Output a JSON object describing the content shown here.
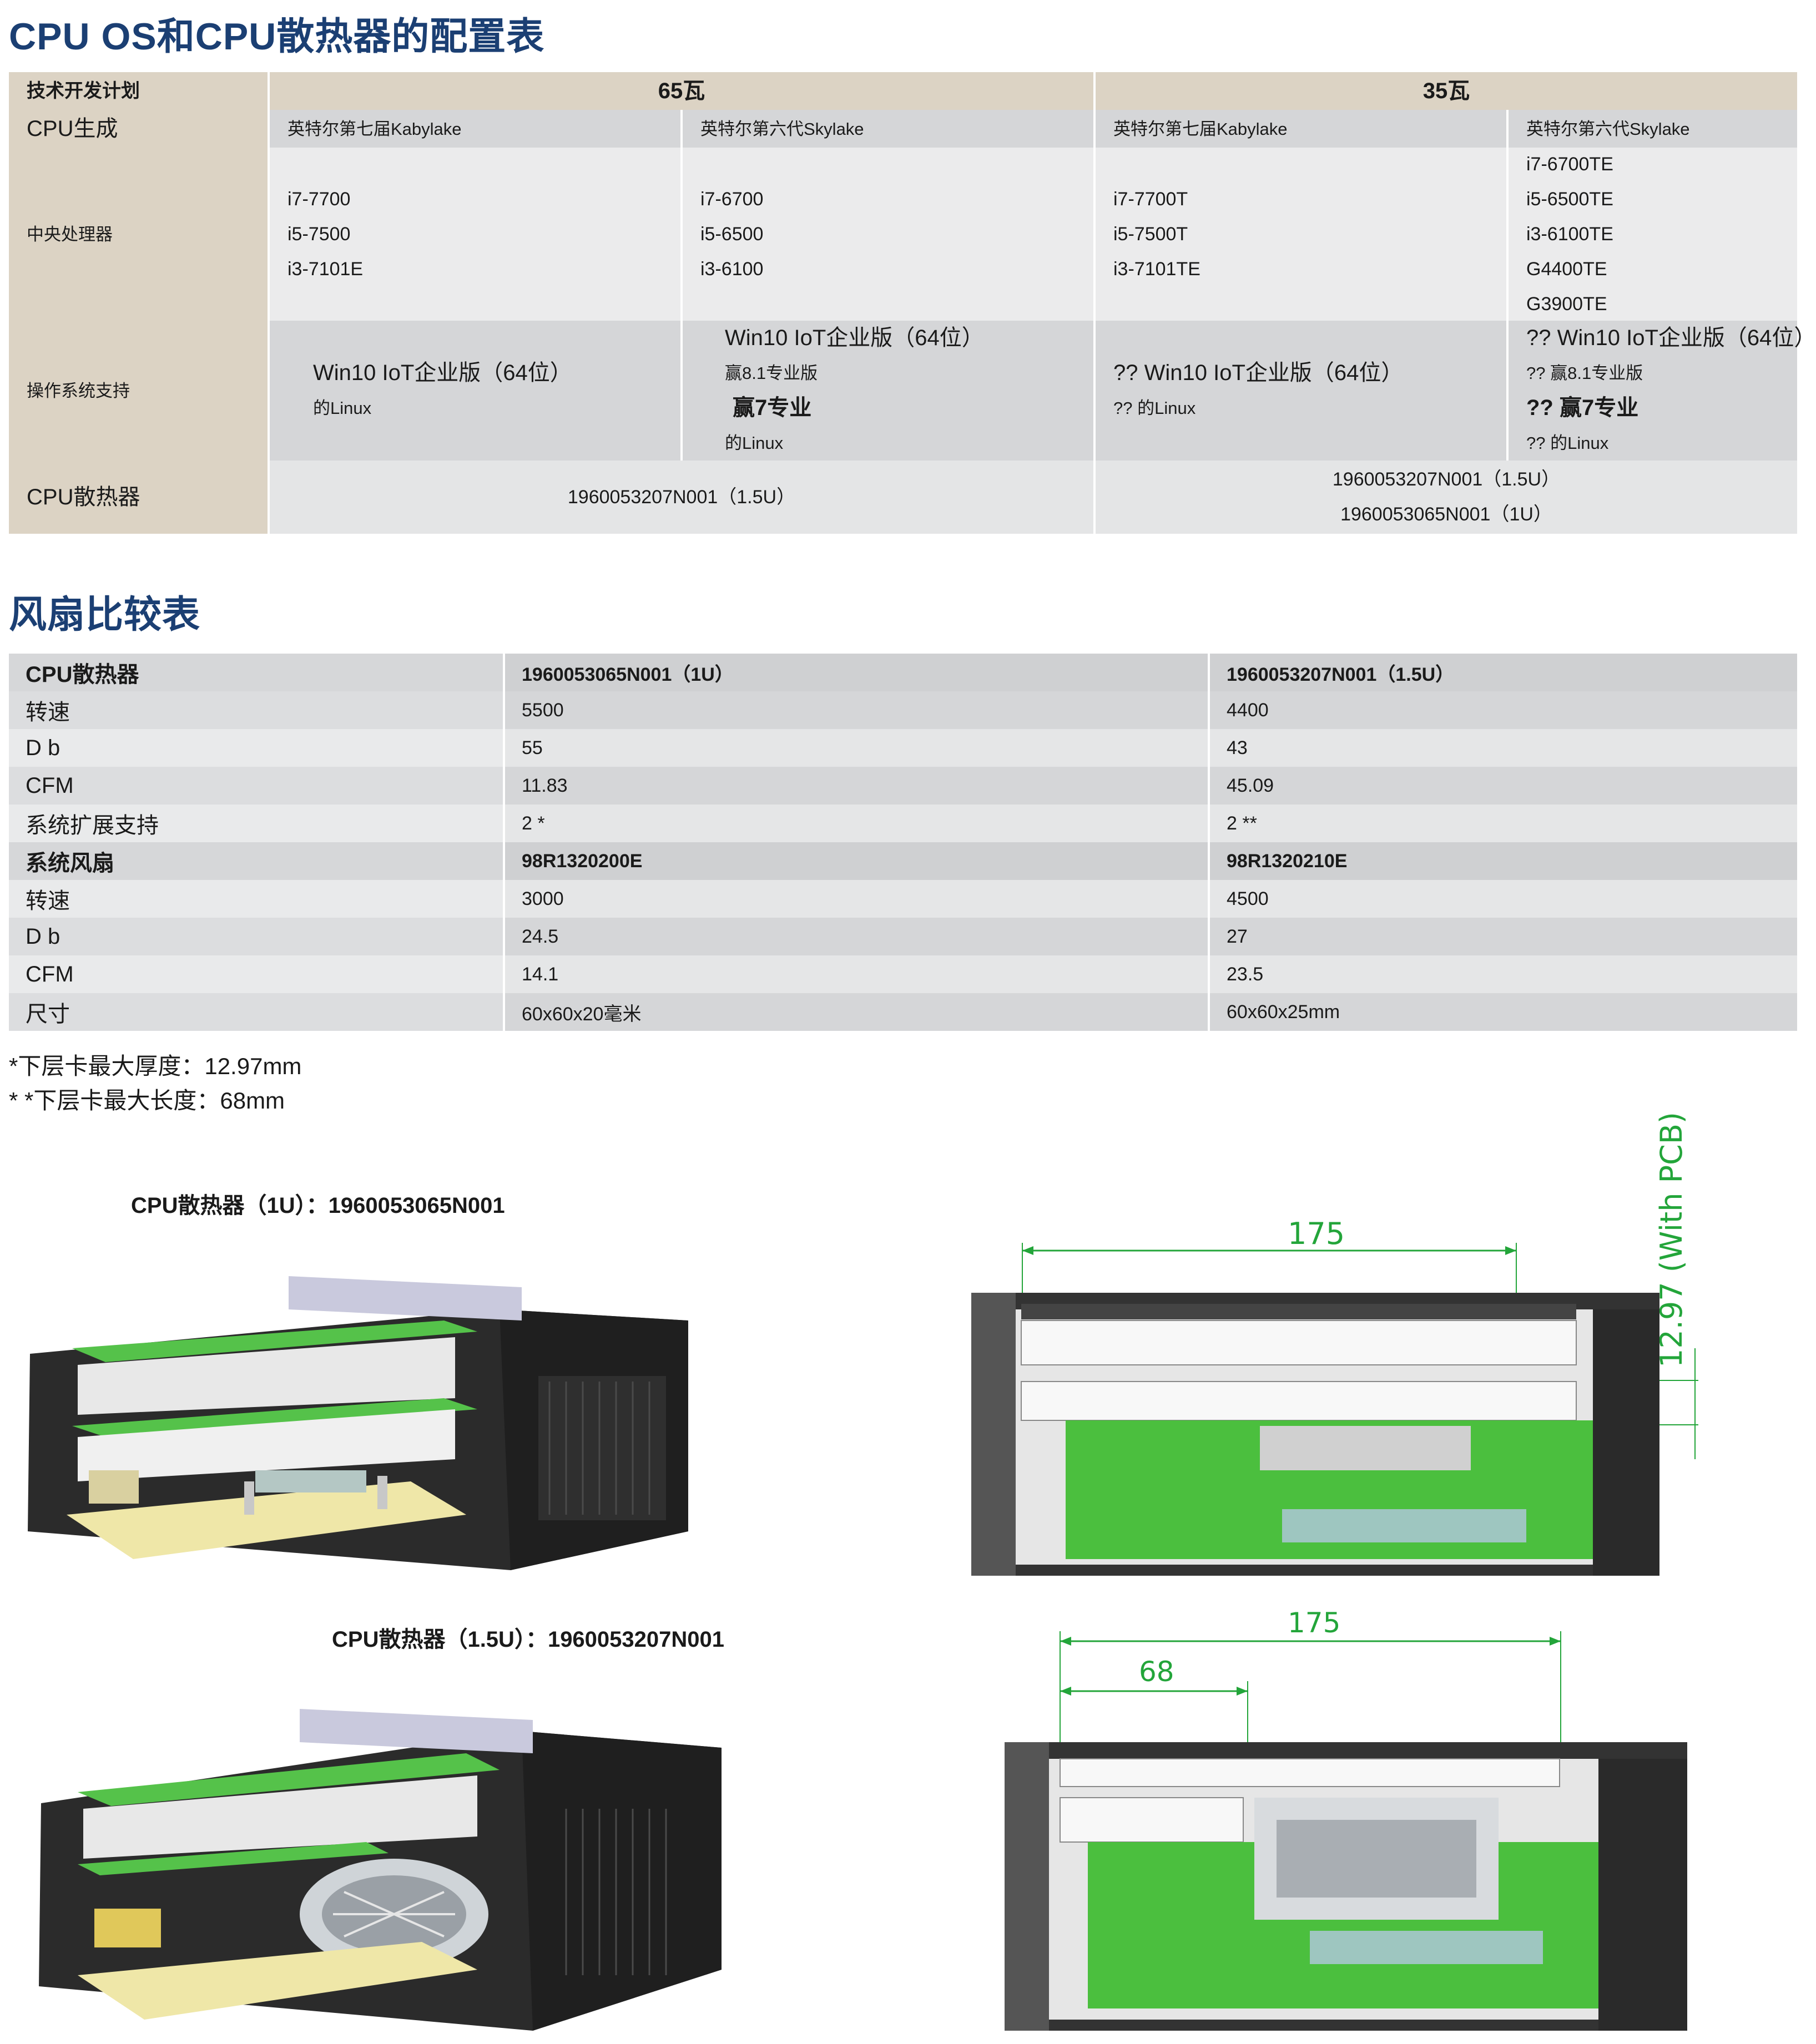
{
  "title1": "CPU OS和CPU散热器的配置表",
  "config_table": {
    "header": {
      "plan_label": "技术开发计划",
      "w65": "65瓦",
      "w35": "35瓦"
    },
    "cpu_gen": {
      "label": "CPU生成",
      "cols": [
        "英特尔第七届Kabylake",
        "英特尔第六代Skylake",
        "英特尔第七届Kabylake",
        "英特尔第六代Skylake"
      ]
    },
    "cpu": {
      "label": "中央处理器",
      "col1": [
        "i7-7700",
        "i5-7500",
        "i3-7101E"
      ],
      "col2": [
        "i7-6700",
        "i5-6500",
        "i3-6100"
      ],
      "col3": [
        "i7-7700T",
        "i5-7500T",
        "i3-7101TE"
      ],
      "col4": [
        "i7-6700TE",
        "i5-6500TE",
        "i3-6100TE",
        "G4400TE",
        "G3900TE"
      ]
    },
    "os": {
      "label": "操作系统支持",
      "col1": [
        "Win10 IoT企业版（64位）",
        "的Linux"
      ],
      "col2": [
        "Win10 IoT企业版（64位）",
        "赢8.1专业版",
        "赢7专业",
        "的Linux"
      ],
      "col3": [
        "?? Win10 IoT企业版（64位）",
        "?? 的Linux"
      ],
      "col4": [
        "?? Win10 IoT企业版（64位）",
        "?? 赢8.1专业版",
        "?? 赢7专业",
        "?? 的Linux"
      ]
    },
    "cooler": {
      "label": "CPU散热器",
      "left": "1960053207N001（1.5U）",
      "right": [
        "1960053207N001（1.5U）",
        "1960053065N001（1U）"
      ]
    }
  },
  "title2": "风扇比较表",
  "fan_table": {
    "rows": [
      {
        "label": "CPU散热器",
        "a": "1960053065N001（1U）",
        "b": "1960053207N001（1.5U）",
        "header": true
      },
      {
        "label": "转速",
        "a": "5500",
        "b": "4400"
      },
      {
        "label": "D b",
        "a": "55",
        "b": "43"
      },
      {
        "label": "CFM",
        "a": "11.83",
        "b": "45.09"
      },
      {
        "label": "系统扩展支持",
        "a": "2 *",
        "b": "2 **"
      },
      {
        "label": "系统风扇",
        "a": "98R1320200E",
        "b": "98R1320210E",
        "header": true
      },
      {
        "label": "转速",
        "a": "3000",
        "b": "4500"
      },
      {
        "label": "D b",
        "a": "24.5",
        "b": "27"
      },
      {
        "label": "CFM",
        "a": "14.1",
        "b": "23.5"
      },
      {
        "label": "尺寸",
        "a": "60x60x20毫米",
        "b": "60x60x25mm"
      }
    ]
  },
  "notes": [
    "*下层卡最大厚度：12.97mm",
    "* *下层卡最大长度：68mm"
  ],
  "figures": {
    "cap1": "CPU散热器（1U）：1960053065N001",
    "cap2": "CPU散热器（1.5U）：1960053207N001",
    "dim_top_width": "175",
    "dim_top_height": "12.97 (With PCB)",
    "dim_bottom_width": "175",
    "dim_bottom_inner": "68"
  },
  "colors": {
    "title_blue": "#1b3f73",
    "header_tan": "#dcd3c4",
    "pcb_green": "#4bbf3e",
    "dim_green": "#23a53a"
  }
}
